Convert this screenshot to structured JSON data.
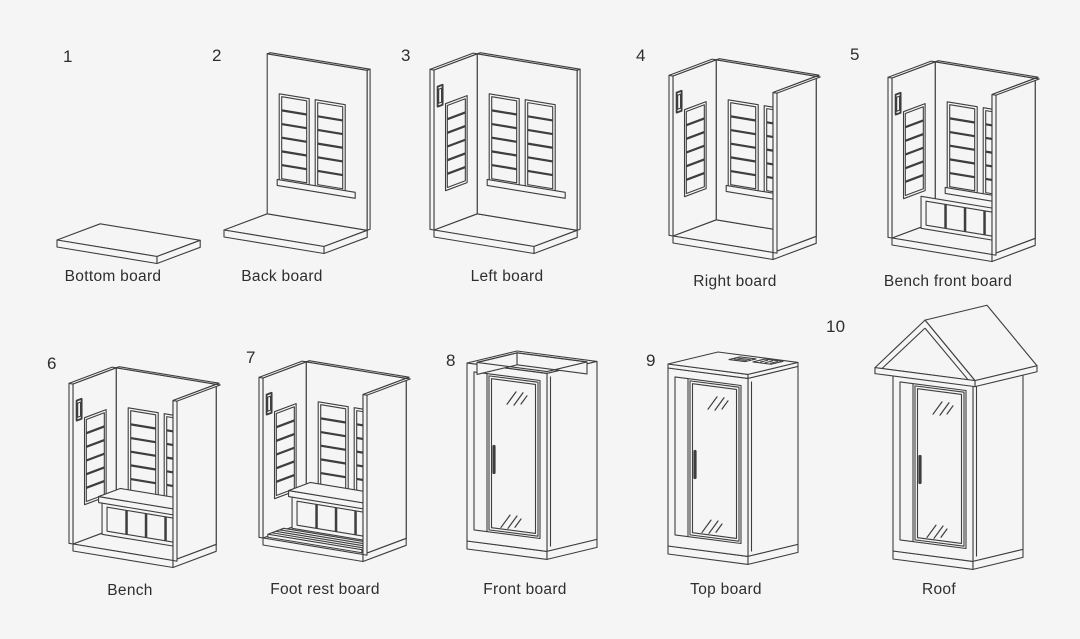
{
  "page": {
    "background_color": "#f5f5f5",
    "line_color": "#3e3e3e",
    "text_color": "#2e2e2e"
  },
  "steps": [
    {
      "number": "1",
      "label": "Bottom board",
      "illustration": "bottom-board-illustration"
    },
    {
      "number": "2",
      "label": "Back board",
      "illustration": "back-board-illustration"
    },
    {
      "number": "3",
      "label": "Left board",
      "illustration": "left-board-illustration"
    },
    {
      "number": "4",
      "label": "Right board",
      "illustration": "right-board-illustration"
    },
    {
      "number": "5",
      "label": "Bench front board",
      "illustration": "bench-front-board-illustration"
    },
    {
      "number": "6",
      "label": "Bench",
      "illustration": "bench-illustration"
    },
    {
      "number": "7",
      "label": "Foot rest board",
      "illustration": "foot-rest-board-illustration"
    },
    {
      "number": "8",
      "label": "Front board",
      "illustration": "front-board-illustration"
    },
    {
      "number": "9",
      "label": "Top board",
      "illustration": "top-board-illustration"
    },
    {
      "number": "10",
      "label": "Roof",
      "illustration": "roof-illustration"
    }
  ]
}
